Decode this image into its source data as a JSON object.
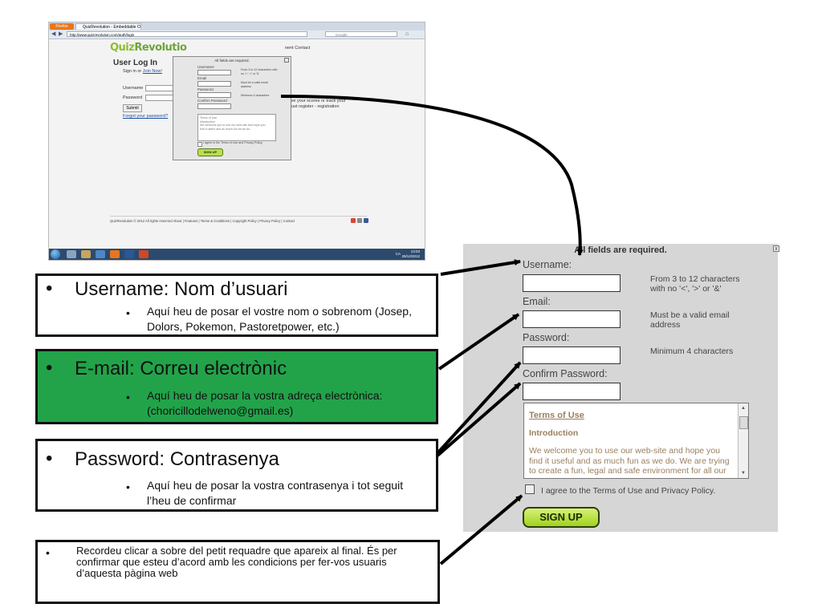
{
  "screenshot": {
    "firefox_label": "Firefox",
    "tab_title": "QuizRevolution - Embeddable Online Q...",
    "url": "http://www.quizrevolution.com/auth/login",
    "search_engine": "Google",
    "logo_left": "Quiz",
    "logo_right": "Revolutio",
    "nav_links": "nent    Contact",
    "login_heading": "User Log In",
    "sign_in_text": "Sign in or",
    "join_link": "Join Now!",
    "username_label": "Username",
    "password_label": "Password",
    "submit_label": "Submit",
    "forgot_link": "Forgot your password?",
    "promo_line1": "s, save your scores or track your",
    "promo_line2": "ou must register - registration",
    "footer": "QuizRevolution © 2012 All rights reserved     About  |  Features  |  Terms & Conditions  |  Copyright Policy  |  Privacy Policy  |  Contact",
    "clock_time": "13:03",
    "clock_date": "29/12/2012",
    "tray_lang": "CA",
    "modal": {
      "header": "All fields are required.",
      "username_label": "Username",
      "username_hint": "From 3 to 12 characters with no '<', '>' or '&'",
      "email_label": "Email",
      "email_hint": "Must be a valid email address",
      "password_label": "Password",
      "password_hint": "Minimum 4 characters",
      "confirm_label": "Confirm Password",
      "terms_text": "Terms of Use\nIntroduction\nWe welcome you to use our web-site and hope you find it useful and as much fun as we do.",
      "agree_text": "I agree to the Terms of Use and Privacy Policy.",
      "signup_label": "SIGN UP"
    }
  },
  "callouts": {
    "username": {
      "title": "Username: Nom d’usuari",
      "detail": "Aquí heu de posar el vostre nom o sobrenom (Josep, Dolors, Pokemon, Pastoretpower, etc.)"
    },
    "email": {
      "title": "E-mail: Correu electrònic",
      "detail": "Aquí heu de posar la vostra adreça electrònica: (choricillodelweno@gmail.es)"
    },
    "password": {
      "title": "Password: Contrasenya",
      "detail": "Aquí heu de posar la vostra contrasenya i tot seguit l’heu de confirmar"
    },
    "note": {
      "detail": "Recordeu clicar a sobre del petit requadre que apareix al final. És per confirmar que esteu d’acord amb les condicions per fer-vos usuaris d’aquesta pàgina web"
    },
    "bullet_char": "•"
  },
  "signup_panel": {
    "header": "All fields are required.",
    "close_glyph": "x",
    "username_label": "Username:",
    "username_hint": "From 3 to 12 characters with no '<', '>' or '&'",
    "email_label": "Email:",
    "email_hint": "Must be a valid email address",
    "password_label": "Password:",
    "password_hint": "Minimum 4 characters",
    "confirm_label": "Confirm Password:",
    "terms_link": "Terms of Use",
    "terms_section": "Introduction",
    "terms_body": "We welcome you to use our web-site and hope you find it useful and as much fun as we do. We are trying to create a fun, legal and safe environment for all our",
    "agree_text": "I agree to the Terms of Use and Privacy Policy.",
    "signup_label": "SIGN UP"
  },
  "colors": {
    "email_box": "#22a34a",
    "panel_bg": "#d6d6d6",
    "signup_button": "#9fd21e",
    "terms_text": "#9a8060"
  }
}
